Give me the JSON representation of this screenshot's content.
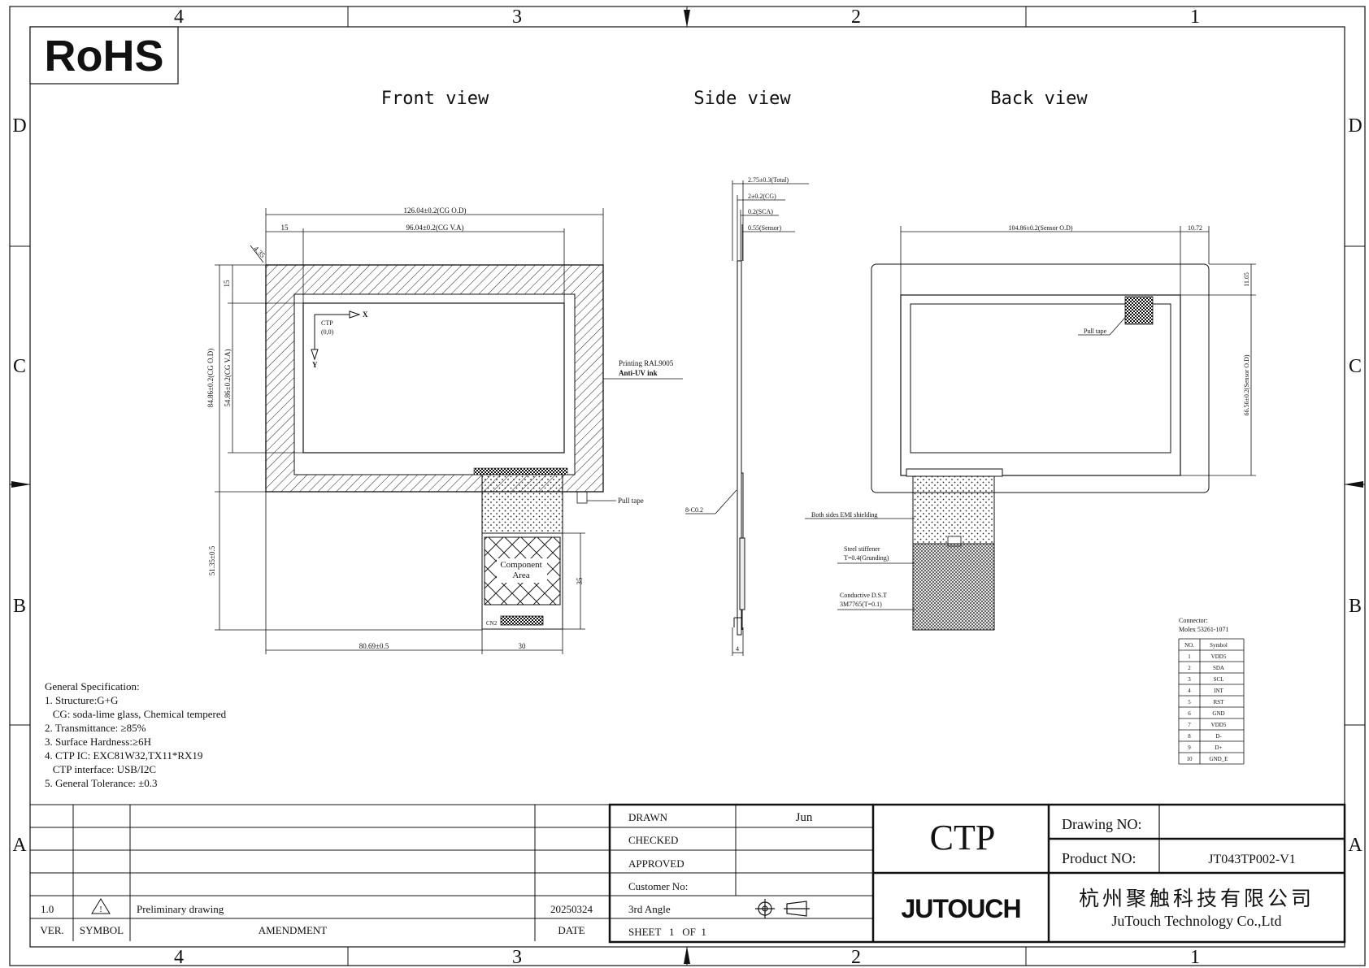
{
  "badge": "RoHS",
  "border": {
    "cols_top": [
      "4",
      "3",
      "2",
      "1"
    ],
    "cols_bottom": [
      "4",
      "3",
      "2",
      "1"
    ],
    "rows_left": [
      "D",
      "C",
      "B",
      "A"
    ],
    "rows_right": [
      "D",
      "C",
      "B",
      "A"
    ]
  },
  "views": {
    "front": "Front view",
    "side": "Side view",
    "back": "Back view"
  },
  "front": {
    "dim_total_width": "126.04±0.2(CG O.D)",
    "dim_va_width": "96.04±0.2(CG V.A)",
    "dim_left_offset": "15",
    "dim_corner": "4.35",
    "dim_top_offset": "15",
    "dim_total_height": "84.86±0.2(CG O.D)",
    "dim_va_height": "54.86±0.2(CG V.A)",
    "dim_tail_length": "51.35±0.5",
    "dim_tail_offset": "80.69±0.5",
    "dim_tail_width": "30",
    "dim_tail_height": "35",
    "axis_x": "X",
    "axis_y": "Y",
    "ctp_origin_1": "CTP",
    "ctp_origin_2": "(0,0)",
    "printing_1": "Printing RAL9005",
    "printing_2": "Anti-UV ink",
    "pull_tape": "Pull tape",
    "component_1": "Component",
    "component_2": "Area",
    "cn2": "CN2"
  },
  "side": {
    "dim_total": "2.75±0.3(Total)",
    "dim_cg": "2±0.2(CG)",
    "dim_sca": "0.2(SCA)",
    "dim_sensor": "0.55(Sensor)",
    "dim_radius": "8-C0.2",
    "dim_bottom": "4"
  },
  "back": {
    "dim_sensor_width": "104.86±0.2(Sensor O.D)",
    "dim_right_offset": "10.72",
    "dim_top_offset": "11.65",
    "dim_sensor_height": "66.56±0.2(Sensor O.D)",
    "pull_tape": "Pull tape",
    "emi": "Both sides EMI shielding",
    "stiffener_1": "Steel stiffener",
    "stiffener_2": "T=0.4(Grunding)",
    "conductive_1": "Conductive D.S.T",
    "conductive_2": "3M7765(T=0.1)"
  },
  "connector": {
    "title_1": "Connector:",
    "title_2": "Molex 53261-1071",
    "headers": [
      "NO.",
      "Symbol"
    ],
    "rows": [
      [
        "1",
        "VDD5"
      ],
      [
        "2",
        "SDA"
      ],
      [
        "3",
        "SCL"
      ],
      [
        "4",
        "INT"
      ],
      [
        "5",
        "RST"
      ],
      [
        "6",
        "GND"
      ],
      [
        "7",
        "VDD5"
      ],
      [
        "8",
        "D-"
      ],
      [
        "9",
        "D+"
      ],
      [
        "10",
        "GND_E"
      ]
    ]
  },
  "spec": {
    "lines": [
      "General Specification:",
      "1. Structure:G+G",
      "   CG: soda-lime glass, Chemical tempered",
      "2. Transmittance: ≥85%",
      "3. Surface Hardness:≥6H",
      "4. CTP IC: EXC81W32,TX11*RX19",
      "   CTP interface: USB/I2C",
      "5. General Tolerance: ±0.3"
    ]
  },
  "revision": {
    "ver": "1.0",
    "description": "Preliminary drawing",
    "date": "20250324",
    "headers": {
      "ver": "VER.",
      "symbol": "SYMBOL",
      "amendment": "AMENDMENT",
      "date": "DATE"
    }
  },
  "titleblock": {
    "drawn_label": "DRAWN",
    "drawn_value": "Jun",
    "checked_label": "CHECKED",
    "approved_label": "APPROVED",
    "customer_label": "Customer No:",
    "angle_label": "3rd Angle",
    "sheet_label": "SHEET   1   OF  1",
    "product_type": "CTP",
    "drawing_no_label": "Drawing NO:",
    "product_no_label": "Product NO:",
    "product_no_value": "JT043TP002-V1",
    "logo": "JUTOUCH",
    "company_cn": "杭州聚触科技有限公司",
    "company_en": "JuTouch Technology Co.,Ltd"
  }
}
